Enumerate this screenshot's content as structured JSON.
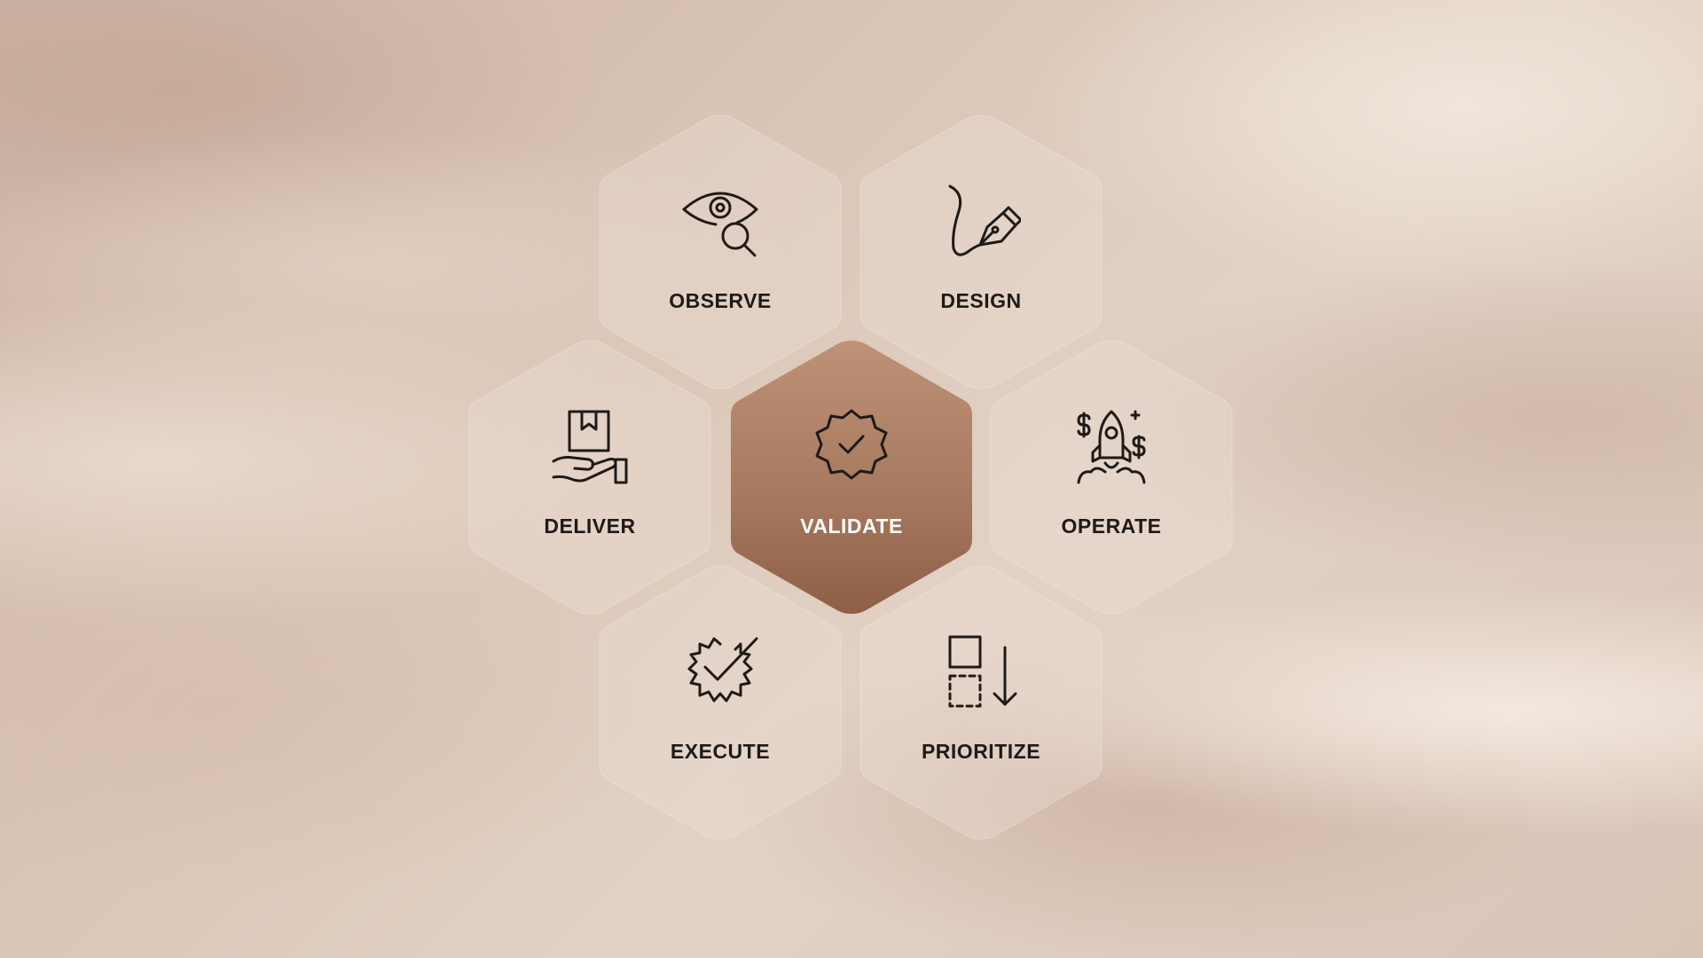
{
  "diagram": {
    "center": {
      "label": "VALIDATE",
      "icon": "badge-check-icon"
    },
    "cells": [
      {
        "id": "observe",
        "label": "OBSERVE",
        "icon": "eye-search-icon"
      },
      {
        "id": "design",
        "label": "DESIGN",
        "icon": "pen-nib-icon"
      },
      {
        "id": "deliver",
        "label": "DELIVER",
        "icon": "hand-box-icon"
      },
      {
        "id": "operate",
        "label": "OPERATE",
        "icon": "rocket-money-icon"
      },
      {
        "id": "execute",
        "label": "EXECUTE",
        "icon": "gear-check-icon"
      },
      {
        "id": "prioritize",
        "label": "PRIORITIZE",
        "icon": "sort-down-icon"
      }
    ]
  },
  "colors": {
    "background": "#dcc8b9",
    "hex_fill": "#e6d6cb",
    "active_top": "#b78b70",
    "active_bottom": "#95644b",
    "text": "#1e1a18",
    "active_text": "#ffffff"
  }
}
